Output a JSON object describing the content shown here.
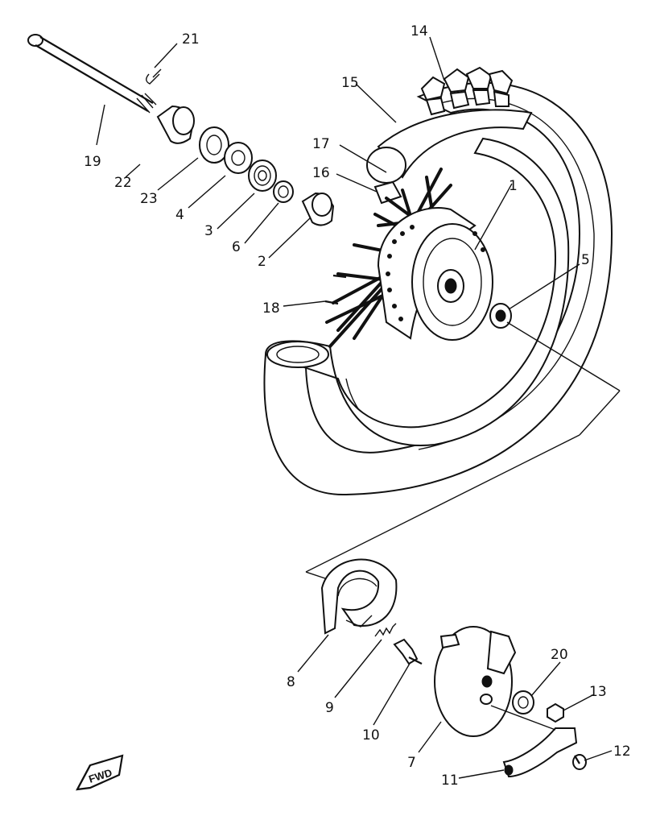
{
  "labels": {
    "p1": "1",
    "p2": "2",
    "p3": "3",
    "p4": "4",
    "p5": "5",
    "p6": "6",
    "p7": "7",
    "p8": "8",
    "p9": "9",
    "p10": "10",
    "p11": "11",
    "p12": "12",
    "p13": "13",
    "p14": "14",
    "p15": "15",
    "p16": "16",
    "p17": "17",
    "p18": "18",
    "p19": "19",
    "p20": "20",
    "p21": "21",
    "p22": "22",
    "p23": "23"
  },
  "fwd_badge": "FWD"
}
